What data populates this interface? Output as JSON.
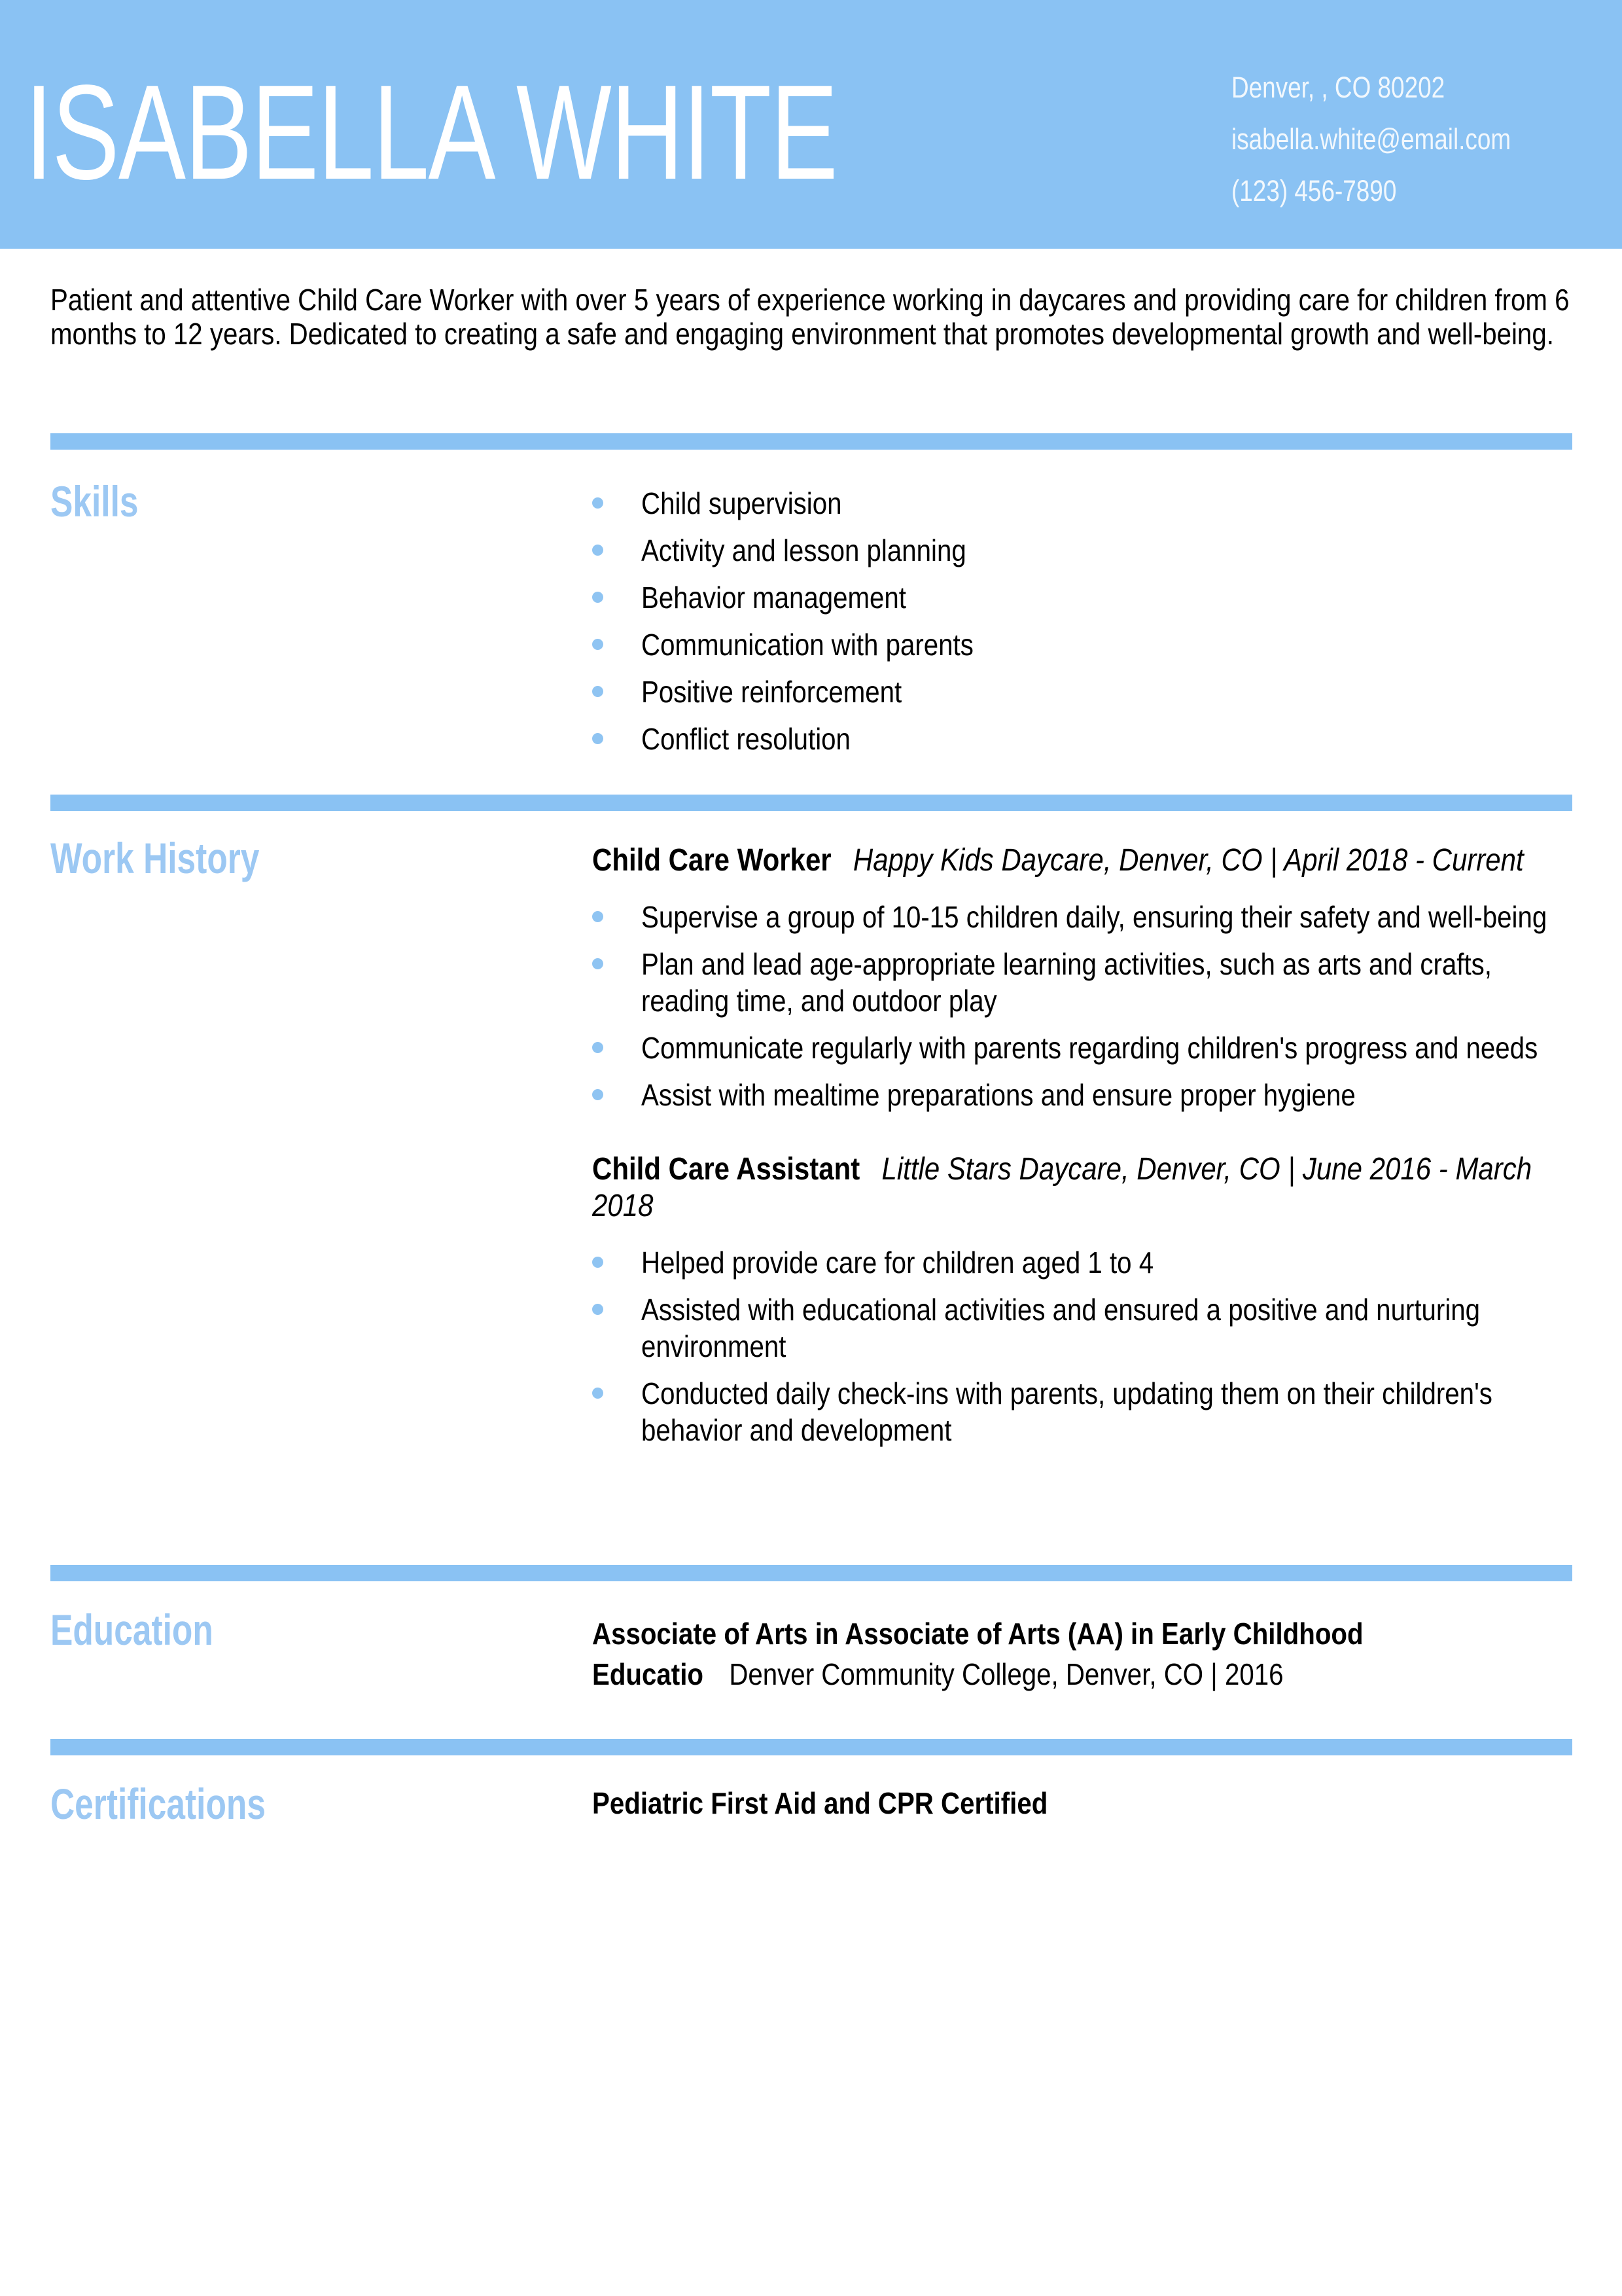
{
  "header": {
    "name": "ISABELLA WHITE",
    "contact": {
      "address": "Denver, , CO 80202",
      "email": "isabella.white@email.com",
      "phone": "(123) 456-7890"
    }
  },
  "summary": "Patient and attentive Child Care Worker with over 5 years of experience working in daycares and providing care for children from 6 months to 12 years. Dedicated to creating a safe and engaging environment that promotes developmental growth and well-being.",
  "skills": {
    "heading": "Skills",
    "items": [
      "Child supervision",
      "Activity and lesson planning",
      "Behavior management",
      "Communication with parents",
      "Positive reinforcement",
      "Conflict resolution"
    ]
  },
  "work": {
    "heading": "Work History",
    "jobs": [
      {
        "title": "Child Care Worker",
        "meta": "Happy Kids Daycare, Denver, CO | April 2018 - Current",
        "bullets": [
          "Supervise a group of 10-15 children daily, ensuring their safety and well-being",
          "Plan and lead age-appropriate learning activities, such as arts and crafts, reading time, and outdoor play",
          "Communicate regularly with parents regarding children's progress and needs",
          "Assist with mealtime preparations and ensure proper hygiene"
        ]
      },
      {
        "title": "Child Care Assistant",
        "meta": "Little Stars Daycare, Denver, CO | June 2016 - March 2018",
        "bullets": [
          "Helped provide care for children aged 1 to 4",
          "Assisted with educational activities and ensured a positive and nurturing environment",
          "Conducted daily check-ins with parents, updating them on their children's behavior and development"
        ]
      }
    ]
  },
  "education": {
    "heading": "Education",
    "degree": "Associate of Arts in Associate of Arts (AA) in Early Childhood Educatio",
    "school": "Denver Community College, Denver, CO | 2016"
  },
  "certifications": {
    "heading": "Certifications",
    "items": [
      "Pediatric First Aid and CPR Certified"
    ]
  },
  "colors": {
    "accent_blue": "#8AC2F3",
    "heading_blue": "#9CC8F3",
    "bullet_blue": "#8FC4F2",
    "contact_text": "#F2F8FD"
  }
}
